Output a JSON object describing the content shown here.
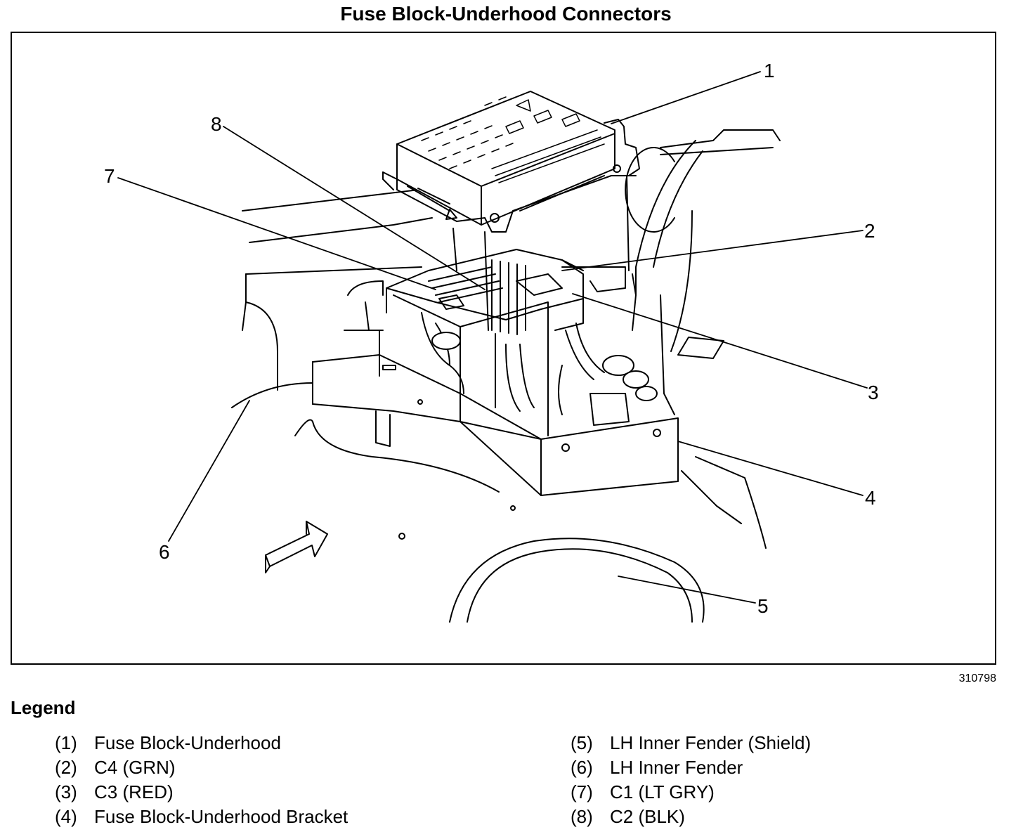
{
  "title": "Fuse Block-Underhood Connectors",
  "figure_id": "310798",
  "callouts": [
    "1",
    "2",
    "3",
    "4",
    "5",
    "6",
    "7",
    "8"
  ],
  "legend": {
    "heading": "Legend",
    "left": [
      {
        "num": "(1)",
        "text": "Fuse Block-Underhood"
      },
      {
        "num": "(2)",
        "text": "C4 (GRN)"
      },
      {
        "num": "(3)",
        "text": "C3 (RED)"
      },
      {
        "num": "(4)",
        "text": "Fuse Block-Underhood Bracket"
      }
    ],
    "right": [
      {
        "num": "(5)",
        "text": "LH Inner Fender (Shield)"
      },
      {
        "num": "(6)",
        "text": "LH Inner Fender"
      },
      {
        "num": "(7)",
        "text": "C1 (LT GRY)"
      },
      {
        "num": "(8)",
        "text": "C2 (BLK)"
      }
    ]
  },
  "colors": {
    "ink": "#000000",
    "paper": "#ffffff"
  }
}
